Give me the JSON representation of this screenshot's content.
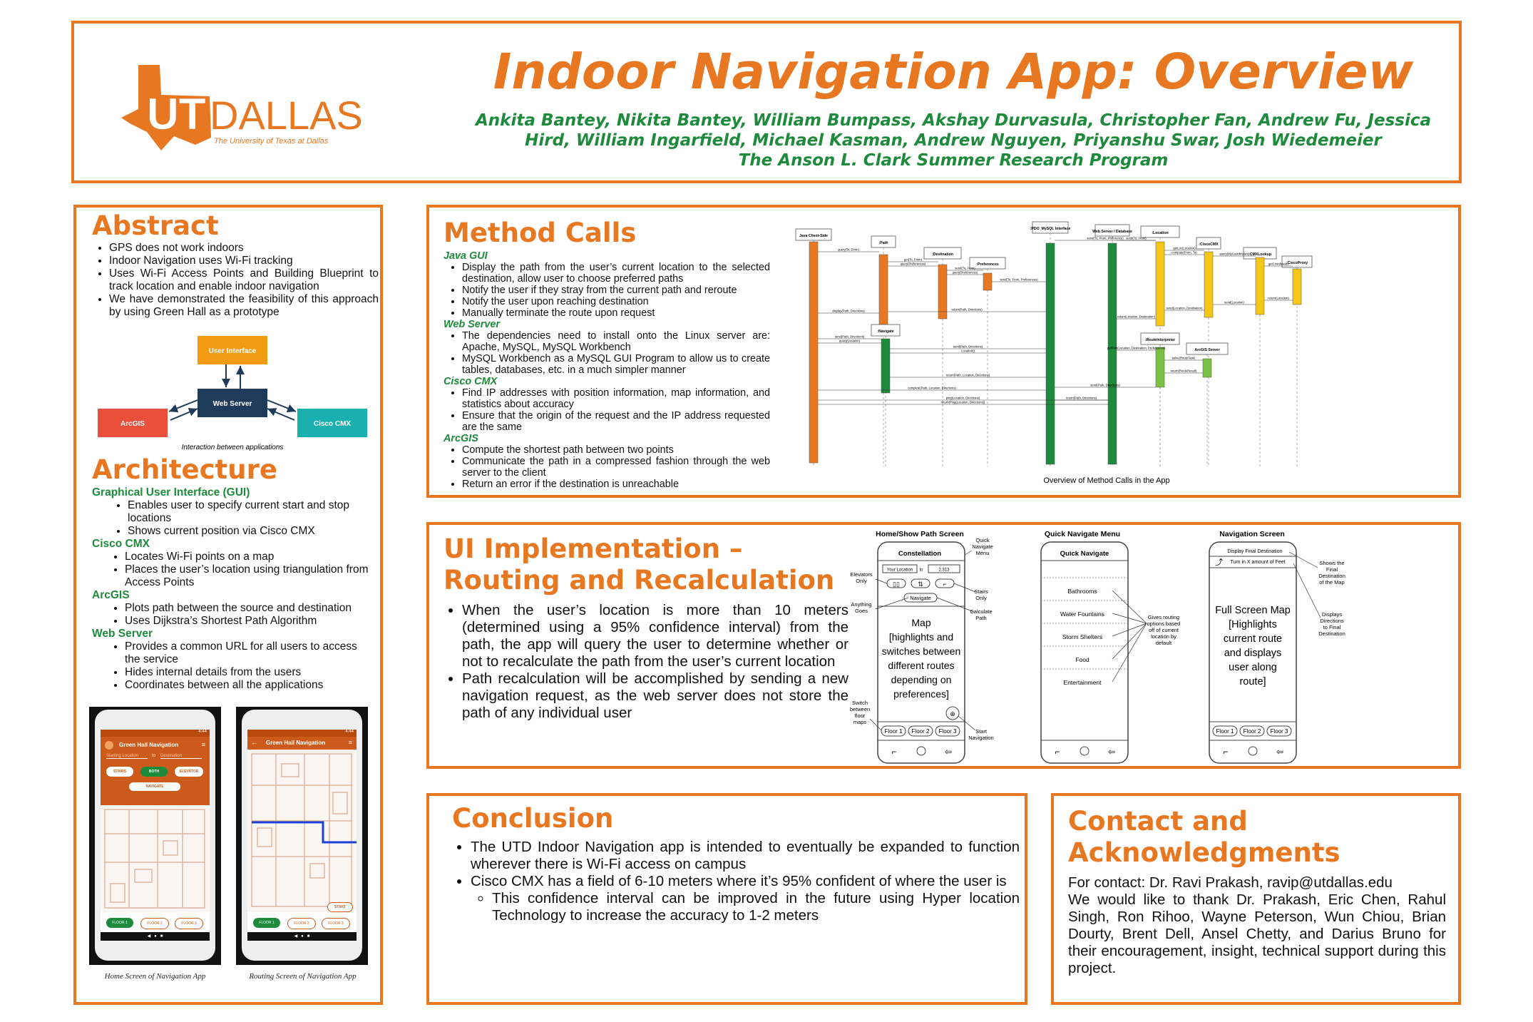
{
  "header": {
    "logo_text": "UTDALLAS",
    "logo_subtext": "The University of Texas at Dallas",
    "title": "Indoor Navigation App: Overview",
    "authors_line1": "Ankita Bantey, Nikita Bantey, William Bumpass, Akshay Durvasula, Christopher Fan, Andrew Fu, Jessica",
    "authors_line2": "Hird, William Ingarfield, Michael Kasman, Andrew Nguyen, Priyanshu Swar, Josh Wiedemeier",
    "program": "The Anson L. Clark Summer Research Program"
  },
  "abstract": {
    "heading": "Abstract",
    "bullets": [
      "GPS does not work indoors",
      "Indoor Navigation uses Wi-Fi tracking",
      "Uses Wi-Fi Access Points and Building Blueprint to track location and enable indoor navigation",
      "We have demonstrated the feasibility of this approach by using Green Hall as a prototype"
    ],
    "diagram": {
      "user_interface": "User Interface",
      "web_server": "Web Server",
      "arcgis": "ArcGIS",
      "cisco_cmx": "Cisco CMX",
      "caption": "Interaction between applications"
    }
  },
  "architecture": {
    "heading": "Architecture",
    "sections": [
      {
        "title": "Graphical User Interface (GUI)",
        "items": [
          "Enables user to specify current start and stop locations",
          "Shows current position via Cisco CMX"
        ]
      },
      {
        "title": "Cisco CMX",
        "items": [
          "Locates Wi-Fi points on a map",
          "Places the user’s location using triangulation from Access Points"
        ]
      },
      {
        "title": "ArcGIS",
        "items": [
          "Plots path between the source and destination",
          "Uses Dijkstra’s Shortest Path Algorithm"
        ]
      },
      {
        "title": "Web Server",
        "items": [
          "Provides a common URL for all users to access the service",
          "Hides internal details from the users",
          "Coordinates between all the applications"
        ]
      }
    ],
    "phone1": {
      "status_time": "4:44",
      "app_title": "Green Hall Navigation",
      "start_placeholder": "Starting Location",
      "to": "to",
      "dest_placeholder": "Destination",
      "btn_stairs": "STAIRS",
      "btn_both": "BOTH",
      "btn_elevator": "ELEVATOR",
      "btn_navigate": "NAVIGATE",
      "floors": [
        "FLOOR 1",
        "FLOOR 2",
        "FLOOR 3"
      ],
      "caption": "Home Screen of Navigation App"
    },
    "phone2": {
      "status_time": "4:44",
      "app_title": "Green Hall Navigation",
      "btn_start": "START",
      "floors": [
        "FLOOR 1",
        "FLOOR 2",
        "FLOOR 3"
      ],
      "caption": "Routing Screen of Navigation App"
    }
  },
  "method_calls": {
    "heading": "Method Calls",
    "groups": [
      {
        "title": "Java GUI",
        "items": [
          "Display the path from the user’s current location to the selected destination, allow user to choose preferred paths",
          "Notify the user if they stray from the current path and reroute",
          "Notify the user upon reaching destination",
          "Manually terminate the route upon request"
        ]
      },
      {
        "title": "Web Server",
        "items": [
          "The dependencies need to install onto the Linux server are: Apache, MySQL, MySQL Workbench",
          "MySQL Workbench as a MySQL GUI Program to allow us to create tables, databases, etc. in a much simpler manner"
        ]
      },
      {
        "title": "Cisco CMX",
        "items": [
          "Find IP addresses with position information, map information, and statistics about accuracy",
          "Ensure that the origin of the request and the IP address requested are the same"
        ]
      },
      {
        "title": "ArcGIS",
        "items": [
          "Compute the shortest path between two points",
          "Communicate the path in a compressed fashion through the web server to the client",
          "Return an error if the destination is unreachable"
        ]
      }
    ],
    "sequence": {
      "caption": "Overview of Method Calls in the App",
      "participants": [
        "Java Client-Side",
        ":Path",
        ":Destination",
        ":Preferences",
        ":PDO_MySQL Interface",
        "Web Server / Database",
        ":Location",
        ":CiscoCMX",
        ":CMXLookup",
        ":CiscoProxy",
        ":Navigate",
        ":RouteInterpreter",
        "ArcGIS Server"
      ],
      "messages": [
        "query(To, From)",
        "get(To, From)",
        "query(Preferences)",
        "send(To, From)",
        "query(Preferences)",
        "send(To, From, Preferences)",
        "send(To, From, Preference)",
        "send(To, From)",
        "getLoc(Location)",
        "compute(From, To)",
        "query(MyCoordinates)",
        "getCoordinates",
        "return(Location)",
        "send(Location)",
        "send(Location, Destination)",
        "return(Location, Destination)",
        "return(Path, Directions)",
        "display(Path, Directions)",
        "send(Path, Directions)",
        "query(Location)",
        "send(Path, Directions)",
        "Location()",
        "getPath(Location, Destination, Preferences)",
        "solve(RouteTask)",
        "return(RouteResult)",
        "return(Path, Location, Directions)",
        "complete(Path, Location, Directions)",
        "send(Path, Directions)",
        "ping(Location, Directions)",
        "return(Ping(Location, Directions))",
        "return(Path, Directions)"
      ]
    }
  },
  "ui_impl": {
    "heading_line1": "UI Implementation –",
    "heading_line2": "Routing and Recalculation",
    "bullets": [
      "When the user’s location is more than 10 meters (determined using a 95% confidence interval) from the path, the app will query the user to determine whether or not to recalculate the path from the user’s current location",
      "Path recalculation will be accomplished by sending a new navigation request, as the web server does not store the path of any individual user"
    ],
    "wire1": {
      "title": "Home/Show Path Screen",
      "app_name": "Constellation",
      "your_location": "Your Location",
      "to": "to",
      "room": "2.313",
      "navigate": "Navigate",
      "map_text": [
        "Map",
        "[highlights and",
        "switches between",
        "different routes",
        "depending on",
        "preferences]"
      ],
      "floors": [
        "Floor 1",
        "Floor 2",
        "Floor 3"
      ],
      "labels": {
        "quick_nav": [
          "Quick",
          "Navigate",
          "Menu"
        ],
        "elevators": [
          "Elevators",
          "Only"
        ],
        "stairs": [
          "Stairs",
          "Only"
        ],
        "anything": [
          "Anything",
          "Goes"
        ],
        "calculate": [
          "Calculate",
          "Path"
        ],
        "switch": [
          "Switch",
          "between",
          "floor",
          "maps"
        ],
        "start_nav": [
          "Start",
          "Navigation"
        ]
      }
    },
    "wire2": {
      "title": "Quick Navigate Menu",
      "header": "Quick Navigate",
      "items": [
        "Bathrooms",
        "Water Fountains",
        "Storm Shelters",
        "Food",
        "Entertainment"
      ],
      "note": [
        "Gives routing",
        "options based",
        "off of current",
        "location by",
        "default"
      ]
    },
    "wire3": {
      "title": "Navigation Screen",
      "dest": "Display Final Destination",
      "turn": "Turn in X amount of Feet",
      "map_text": [
        "Full Screen Map",
        "[Highlights",
        "current route",
        "and displays",
        "user along",
        "route]"
      ],
      "floors": [
        "Floor 1",
        "Floor 2",
        "Floor 3"
      ],
      "labels": {
        "shows": [
          "Shows the",
          "Final",
          "Destination",
          "of the Map"
        ],
        "displays": [
          "Displays",
          "Directions",
          "to Final",
          "Destination"
        ]
      }
    }
  },
  "conclusion": {
    "heading": "Conclusion",
    "bullets": [
      "The UTD Indoor Navigation app is intended to eventually be expanded to function wherever there is Wi-Fi access on campus",
      "Cisco CMX has a field of 6-10 meters where it’s 95% confident of where the user is"
    ],
    "sub_bullet": "This confidence interval can be improved in the future using Hyper location Technology to increase the accuracy to 1-2 meters"
  },
  "contact": {
    "heading_line1": "Contact and",
    "heading_line2": "Acknowledgments",
    "line1": "For contact: Dr. Ravi Prakash, ravip@utdallas.edu",
    "text": "We would like to thank Dr. Prakash, Eric Chen, Rahul Singh, Ron Rihoo, Wayne Peterson, Wun Chiou, Brian Dourty, Brent Dell, Ansel Chetty, and Darius Bruno for their encouragement, insight, technical support during this project."
  },
  "colors": {
    "orange": "#e87722",
    "green": "#1e8a3c",
    "red": "#e8503c",
    "teal": "#1ab0b0",
    "navy": "#1f3b5c"
  }
}
